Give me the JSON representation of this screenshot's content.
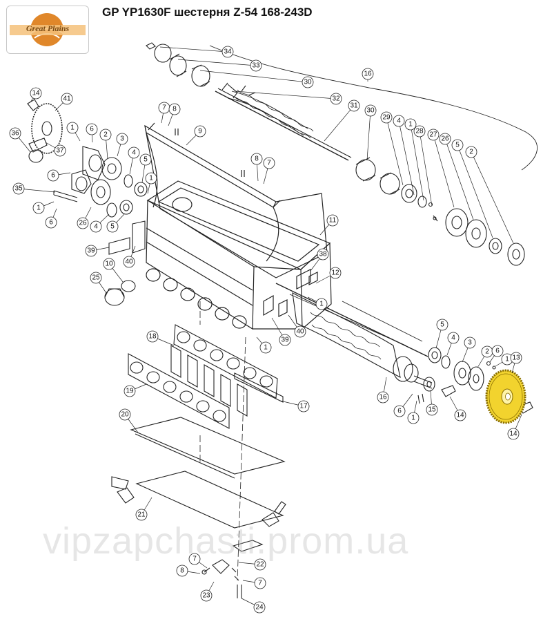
{
  "header": {
    "title": "GP YP1630F шестерня Z-54 168-243D",
    "logo_text": "Great Plains"
  },
  "watermark": "vipzapchasti.prom.ua",
  "colors": {
    "highlight": "#f2d32e",
    "highlight_stroke": "#8a6f00",
    "logo_orange": "#e0872a",
    "logo_text": "#7a4a12",
    "line": "#222222"
  },
  "callouts": [
    {
      "id": "c34a",
      "label": "34"
    },
    {
      "id": "c33",
      "label": "33"
    },
    {
      "id": "c30a",
      "label": "30"
    },
    {
      "id": "c16a",
      "label": "16"
    },
    {
      "id": "c32",
      "label": "32"
    },
    {
      "id": "c14a",
      "label": "14"
    },
    {
      "id": "c41",
      "label": "41"
    },
    {
      "id": "c7a",
      "label": "7"
    },
    {
      "id": "c8a",
      "label": "8"
    },
    {
      "id": "c31",
      "label": "31"
    },
    {
      "id": "c30b",
      "label": "30"
    },
    {
      "id": "c29",
      "label": "29"
    },
    {
      "id": "c4a",
      "label": "4"
    },
    {
      "id": "c1a",
      "label": "1"
    },
    {
      "id": "c28",
      "label": "28"
    },
    {
      "id": "c27",
      "label": "27"
    },
    {
      "id": "c26a",
      "label": "26"
    },
    {
      "id": "c5a",
      "label": "5"
    },
    {
      "id": "c2a",
      "label": "2"
    },
    {
      "id": "c36",
      "label": "36"
    },
    {
      "id": "c1b",
      "label": "1"
    },
    {
      "id": "c6a",
      "label": "6"
    },
    {
      "id": "c2b",
      "label": "2"
    },
    {
      "id": "c3a",
      "label": "3"
    },
    {
      "id": "c9",
      "label": "9"
    },
    {
      "id": "c37",
      "label": "37"
    },
    {
      "id": "c4b",
      "label": "4"
    },
    {
      "id": "c8b",
      "label": "8"
    },
    {
      "id": "c7b",
      "label": "7"
    },
    {
      "id": "c6b",
      "label": "6"
    },
    {
      "id": "c5b",
      "label": "5"
    },
    {
      "id": "c1c",
      "label": "1"
    },
    {
      "id": "c35",
      "label": "35"
    },
    {
      "id": "c1d",
      "label": "1"
    },
    {
      "id": "c6c",
      "label": "6"
    },
    {
      "id": "c26b",
      "label": "26"
    },
    {
      "id": "c4c",
      "label": "4"
    },
    {
      "id": "c5c",
      "label": "5"
    },
    {
      "id": "c11",
      "label": "11"
    },
    {
      "id": "c39a",
      "label": "39"
    },
    {
      "id": "c40a",
      "label": "40"
    },
    {
      "id": "c38",
      "label": "38"
    },
    {
      "id": "c10",
      "label": "10"
    },
    {
      "id": "c25",
      "label": "25"
    },
    {
      "id": "c12",
      "label": "12"
    },
    {
      "id": "c1e",
      "label": "1"
    },
    {
      "id": "c5d",
      "label": "5"
    },
    {
      "id": "c4d",
      "label": "4"
    },
    {
      "id": "c3b",
      "label": "3"
    },
    {
      "id": "c2c",
      "label": "2"
    },
    {
      "id": "c6d",
      "label": "6"
    },
    {
      "id": "c1f",
      "label": "1"
    },
    {
      "id": "c13",
      "label": "13"
    },
    {
      "id": "c18",
      "label": "18"
    },
    {
      "id": "c40b",
      "label": "40"
    },
    {
      "id": "c39b",
      "label": "39"
    },
    {
      "id": "c1g",
      "label": "1"
    },
    {
      "id": "c16b",
      "label": "16"
    },
    {
      "id": "c6e",
      "label": "6"
    },
    {
      "id": "c1h",
      "label": "1"
    },
    {
      "id": "c15",
      "label": "15"
    },
    {
      "id": "c14b",
      "label": "14"
    },
    {
      "id": "c14c",
      "label": "14"
    },
    {
      "id": "c19",
      "label": "19"
    },
    {
      "id": "c17",
      "label": "17"
    },
    {
      "id": "c20",
      "label": "20"
    },
    {
      "id": "c21",
      "label": "21"
    },
    {
      "id": "c7c",
      "label": "7"
    },
    {
      "id": "c8c",
      "label": "8"
    },
    {
      "id": "c22",
      "label": "22"
    },
    {
      "id": "c7d",
      "label": "7"
    },
    {
      "id": "c23",
      "label": "23"
    },
    {
      "id": "c24",
      "label": "24"
    }
  ]
}
